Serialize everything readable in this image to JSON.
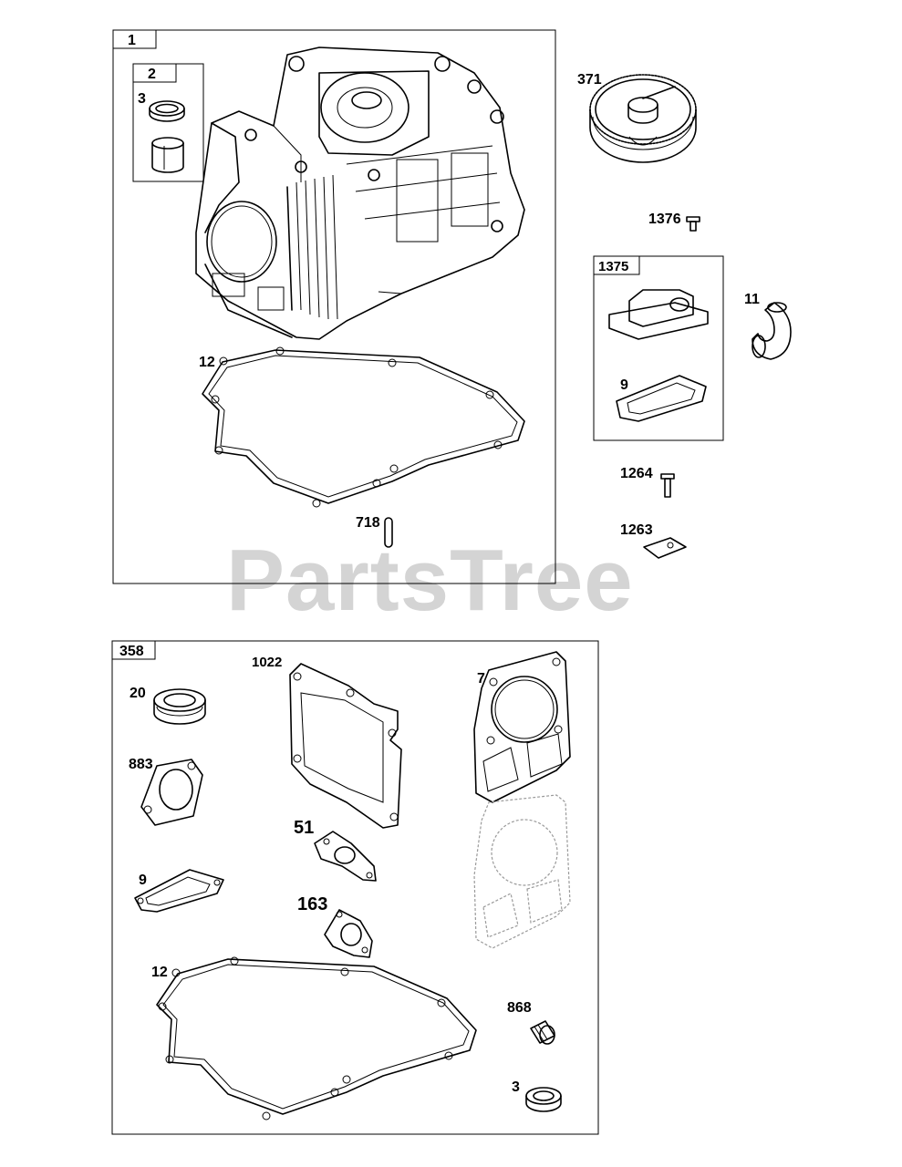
{
  "watermark": "PartsTree",
  "colors": {
    "line": "#000000",
    "watermark": "#d4d4d4",
    "background": "#ffffff"
  },
  "groups": {
    "group_1_label": "1",
    "group_2_label": "2",
    "group_1375_label": "1375",
    "group_358_label": "358"
  },
  "callouts": {
    "c3_top": "3",
    "c12_top": "12",
    "c718": "718",
    "c371": "371",
    "c1376": "1376",
    "c11": "11",
    "c9_top": "9",
    "c1264": "1264",
    "c1263": "1263",
    "c20": "20",
    "c1022": "1022",
    "c7": "7",
    "c883": "883",
    "c51": "51",
    "c9_bottom": "9",
    "c163": "163",
    "c12_bottom": "12",
    "c868": "868",
    "c3_bottom": "3"
  }
}
